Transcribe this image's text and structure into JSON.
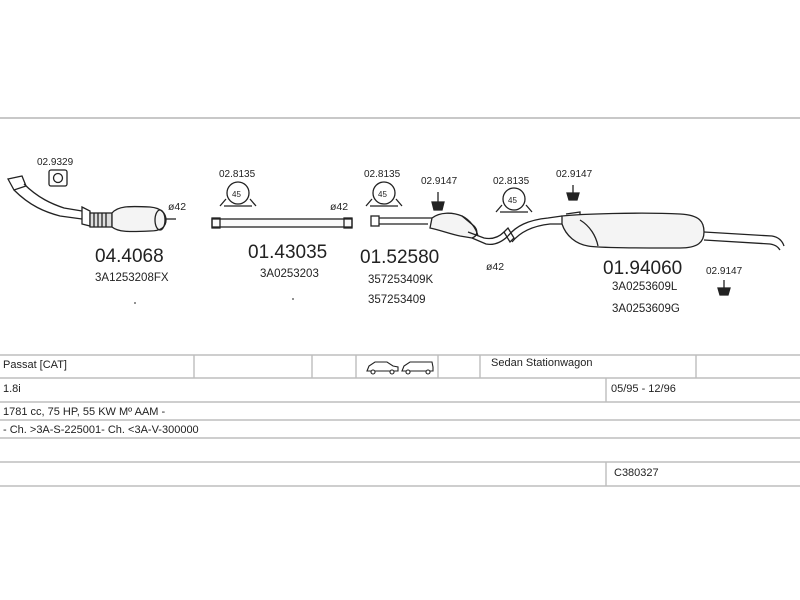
{
  "parts": {
    "gasket_1": "02.9329",
    "catalytic_converter_code": "04.4068",
    "catalytic_converter_oem": "3A1253208FX",
    "catalytic_converter_diameter": "ø42",
    "clamp_1": "02.8135",
    "clamp_1_size": "45",
    "front_pipe_code": "01.43035",
    "front_pipe_oem": "3A0253203",
    "front_pipe_diameter": "ø42",
    "clamp_2": "02.8135",
    "clamp_2_size": "45",
    "rubber_1": "02.9147",
    "middle_silencer_code": "01.52580",
    "middle_silencer_oem_1": "357253409K",
    "middle_silencer_oem_2": "357253409",
    "middle_silencer_diameter": "ø42",
    "clamp_3": "02.8135",
    "clamp_3_size": "45",
    "rubber_2": "02.9147",
    "rear_silencer_code": "01.94060",
    "rear_silencer_oem_1": "3A0253609L",
    "rear_silencer_oem_2": "3A0253609G",
    "rubber_3": "02.9147"
  },
  "table": {
    "model": "Passat  [CAT]",
    "body_types": "Sedan Stationwagon",
    "engine": "1.8i",
    "years": "05/95 - 12/96",
    "engine_details": "1781 cc, 75 HP, 55 KW Mº AAM -",
    "chassis": "- Ch. >3A-S-225001- Ch. <3A-V-300000",
    "ref": "C380327"
  }
}
